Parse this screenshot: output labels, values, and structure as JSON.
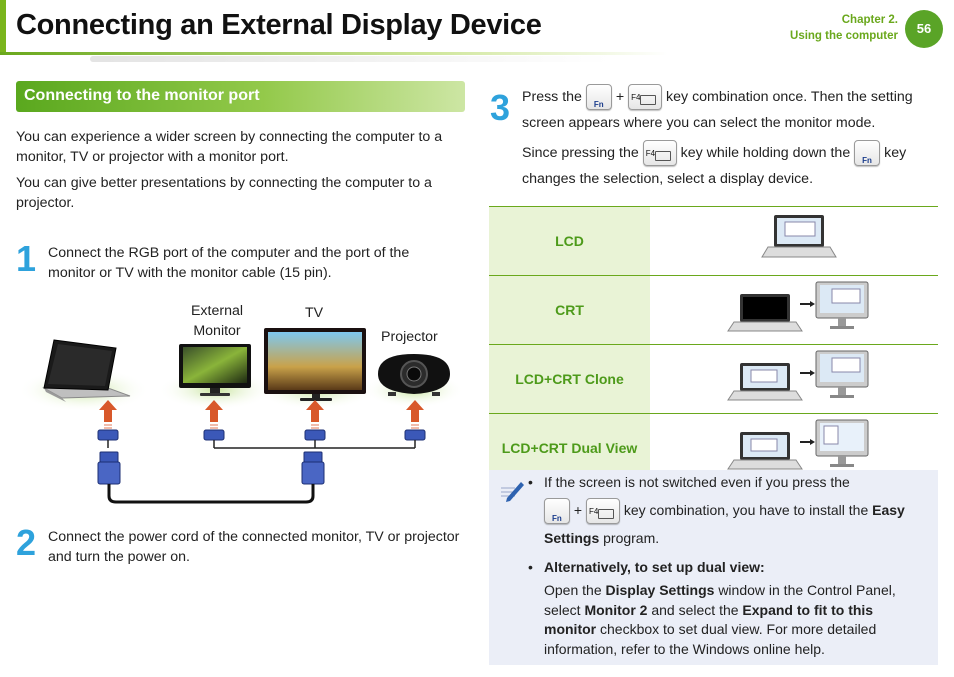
{
  "header": {
    "title": "Connecting an External Display Device",
    "chapter": "Chapter 2.",
    "chapter_sub": "Using the computer",
    "page_number": "56"
  },
  "section": {
    "title": "Connecting to the monitor port",
    "intro1": "You can experience a wider screen by connecting the computer to a monitor, TV or projector with a monitor port.",
    "intro2": "You can give better presentations by connecting the computer to a projector."
  },
  "steps": [
    {
      "num": "1",
      "text": "Connect the RGB port of the computer and the port of the monitor or TV with the monitor cable (15 pin)."
    },
    {
      "num": "2",
      "text": "Connect the power cord of the connected monitor, TV or projector and turn the power on."
    },
    {
      "num": "3",
      "line1_pre": "Press the",
      "plus": "+",
      "line1_post": "key combination once. Then the setting",
      "line2": "screen appears where you can select the monitor mode.",
      "line3_pre": "Since pressing the",
      "line3_mid": "key while holding down the",
      "line3_post": "key",
      "line4": "changes the selection, select a display device."
    }
  ],
  "diagram_labels": {
    "external_monitor_1": "External",
    "external_monitor_2": "Monitor",
    "tv": "TV",
    "projector": "Projector"
  },
  "keys": {
    "fn": "Fn",
    "f4": "F4"
  },
  "modes": [
    {
      "label": "LCD"
    },
    {
      "label": "CRT"
    },
    {
      "label": "LCD+CRT Clone"
    },
    {
      "label": "LCD+CRT Dual View"
    }
  ],
  "note": {
    "bullet": "•",
    "b1_line1": "If the screen is not switched even if you press the",
    "b1_plus": "+",
    "b1_after": "key combination, you have to install the",
    "b1_bold1": "Easy",
    "b1_bold2": "Settings",
    "b1_end": "program.",
    "b2_title": "Alternatively, to set up dual view:",
    "b2_t1": "Open the",
    "b2_b1": "Display Settings",
    "b2_t2": "window in the Control Panel,",
    "b2_t3": "select",
    "b2_b2": "Monitor 2",
    "b2_t4": "and select the",
    "b2_b3": "Expand to fit to this",
    "b2_b4": "monitor",
    "b2_t5": "checkbox to set dual view. For more detailed",
    "b2_t6": "information, refer to the Windows online help."
  },
  "colors": {
    "accent_green": "#6aa81c",
    "step_blue": "#2ea2dc",
    "page_badge": "#5aa427",
    "note_bg": "#ebeef7",
    "mode_label_bg": "#e9f3d6"
  }
}
